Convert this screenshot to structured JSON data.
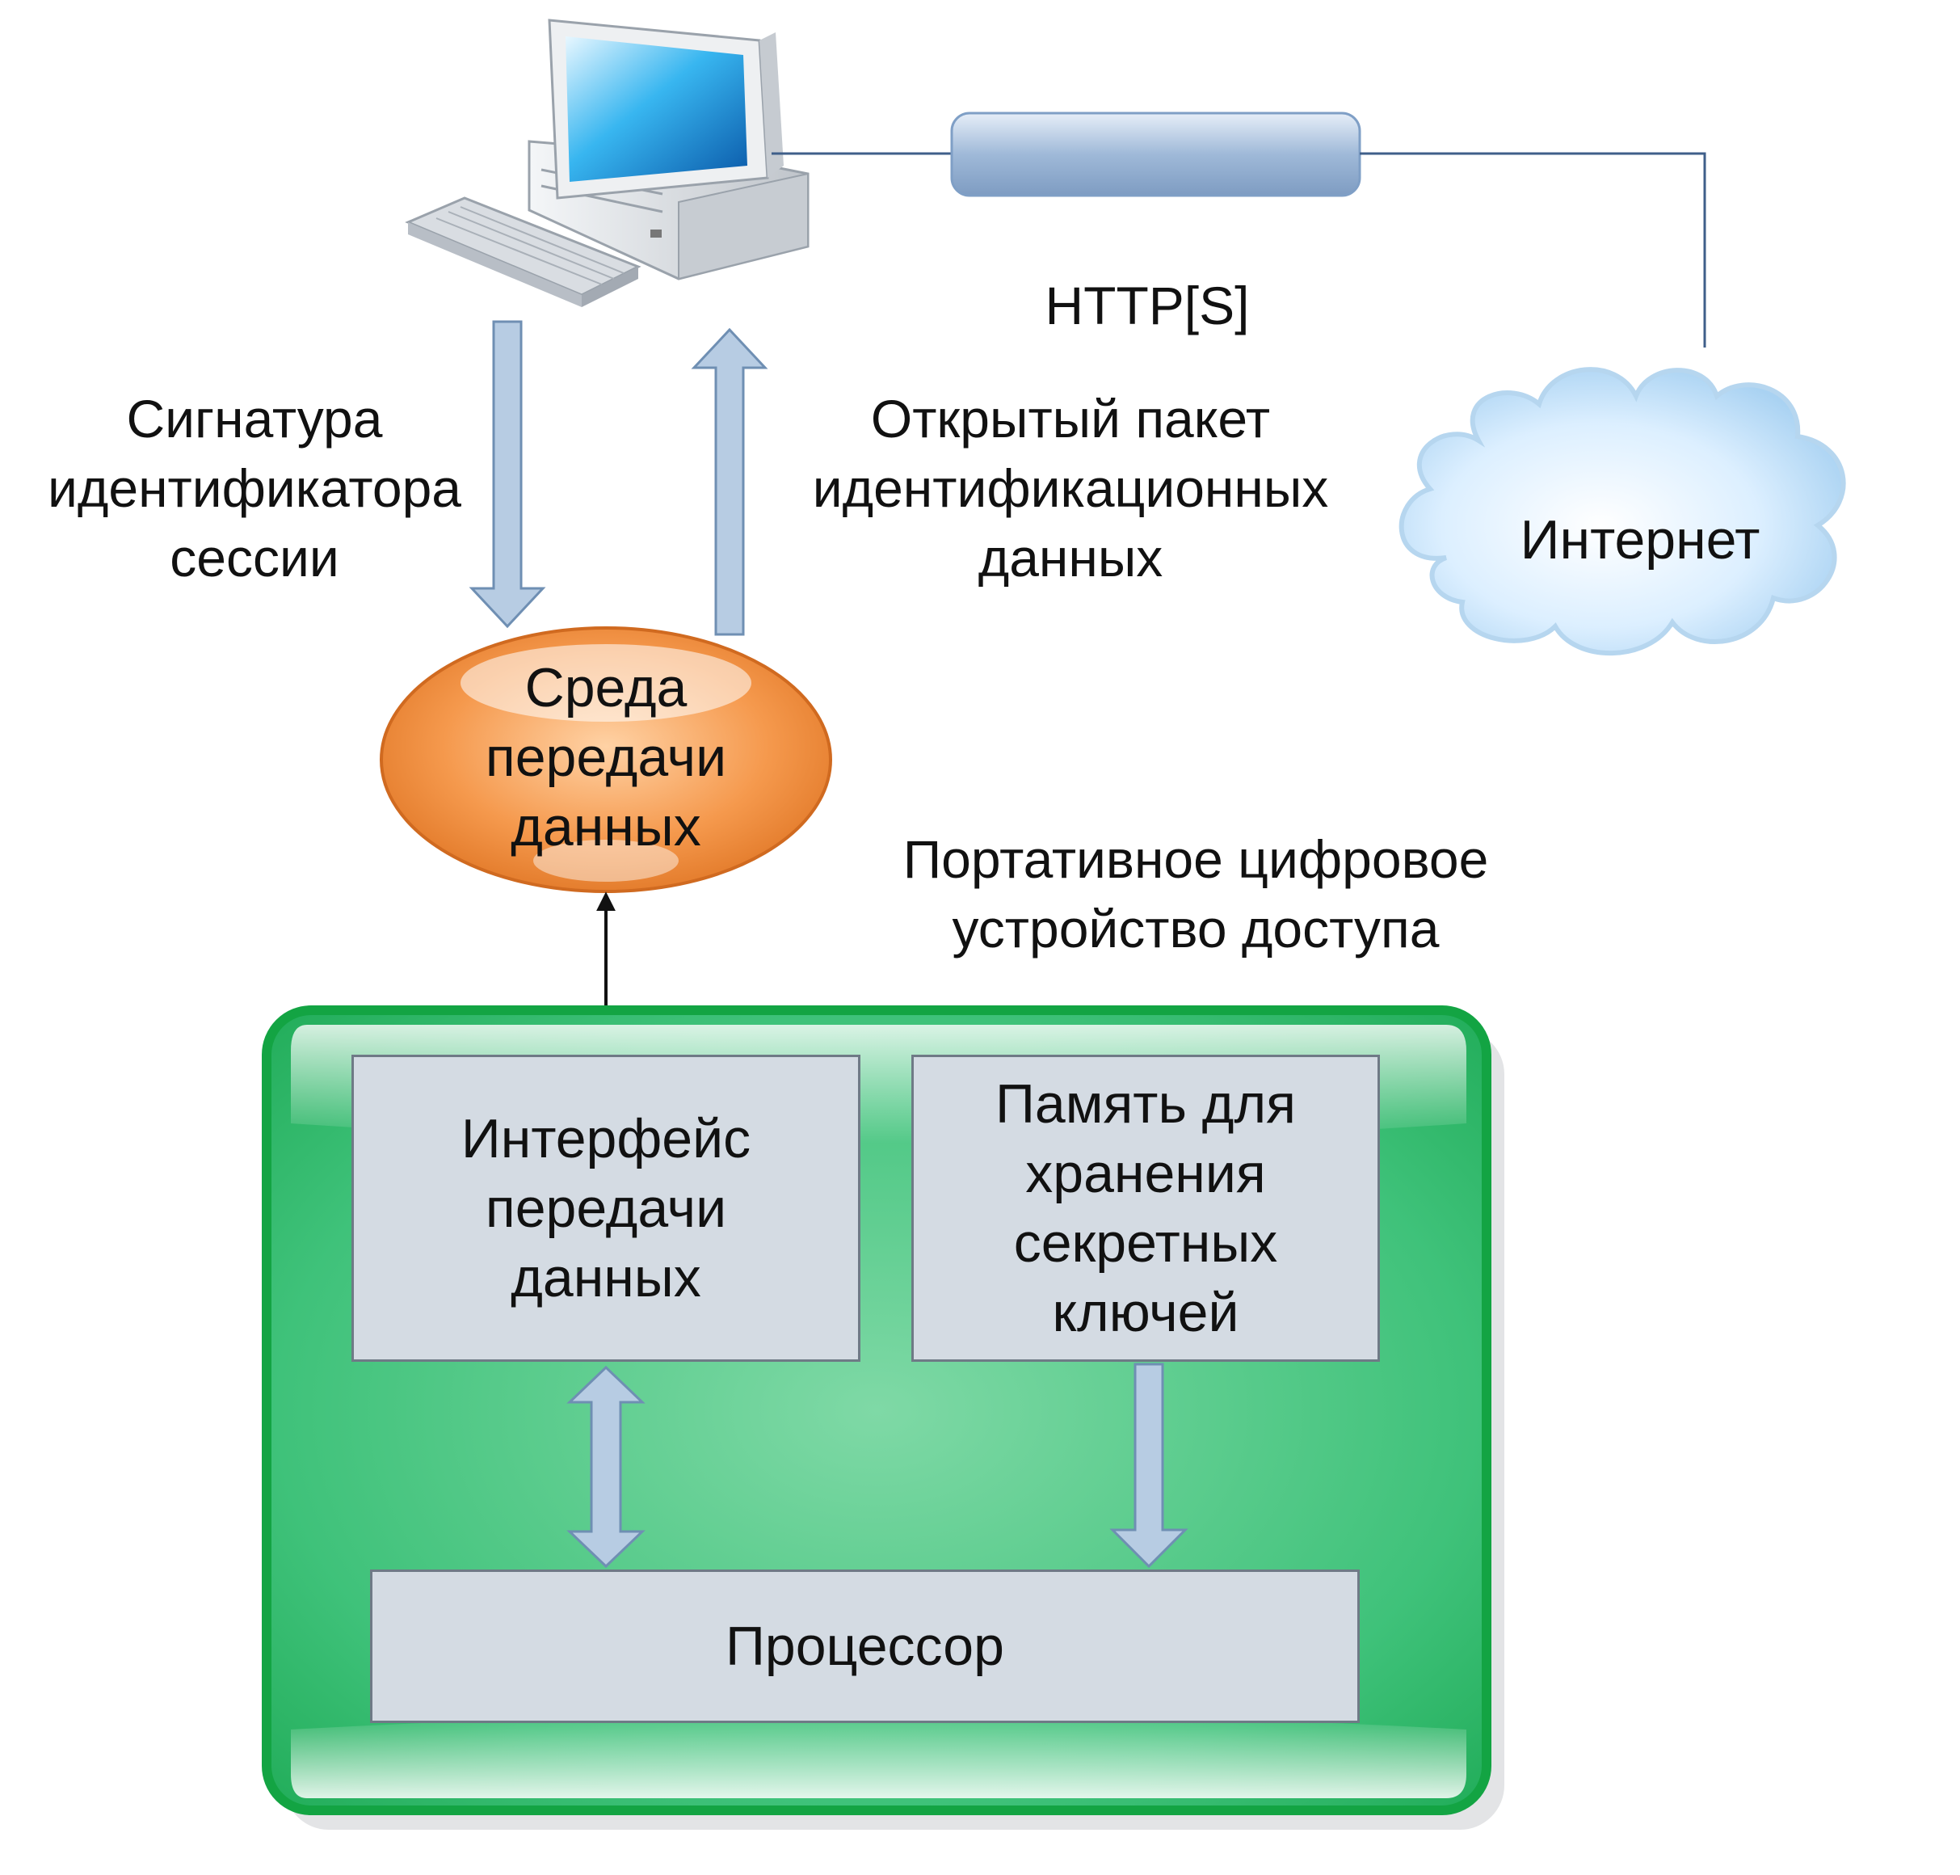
{
  "protocol_label": "HTTP[S]",
  "internet": {
    "label": "Интернет"
  },
  "arrow_down_label": [
    "Сигнатура",
    "идентификатора",
    "сессии"
  ],
  "arrow_up_label": [
    "Открытый пакет",
    "идентификационных",
    "данных"
  ],
  "medium": {
    "label": [
      "Среда",
      "передачи",
      "данных"
    ]
  },
  "device": {
    "label": [
      "Портативное цифровое",
      "устройство доступа"
    ],
    "interface": [
      "Интерфейс",
      "передачи",
      "данных"
    ],
    "memory": [
      "Память для",
      "хранения",
      "секретных",
      "ключей"
    ],
    "processor": "Процессор"
  },
  "colors": {
    "arrow_fill": "#b7cce3",
    "arrow_stroke": "#6f8fb3",
    "device_green": "#18b04a",
    "medium_orange": "#f08a3c",
    "box_fill": "#d4dbe3"
  },
  "icons": [
    "computer-icon",
    "cloud-icon"
  ]
}
